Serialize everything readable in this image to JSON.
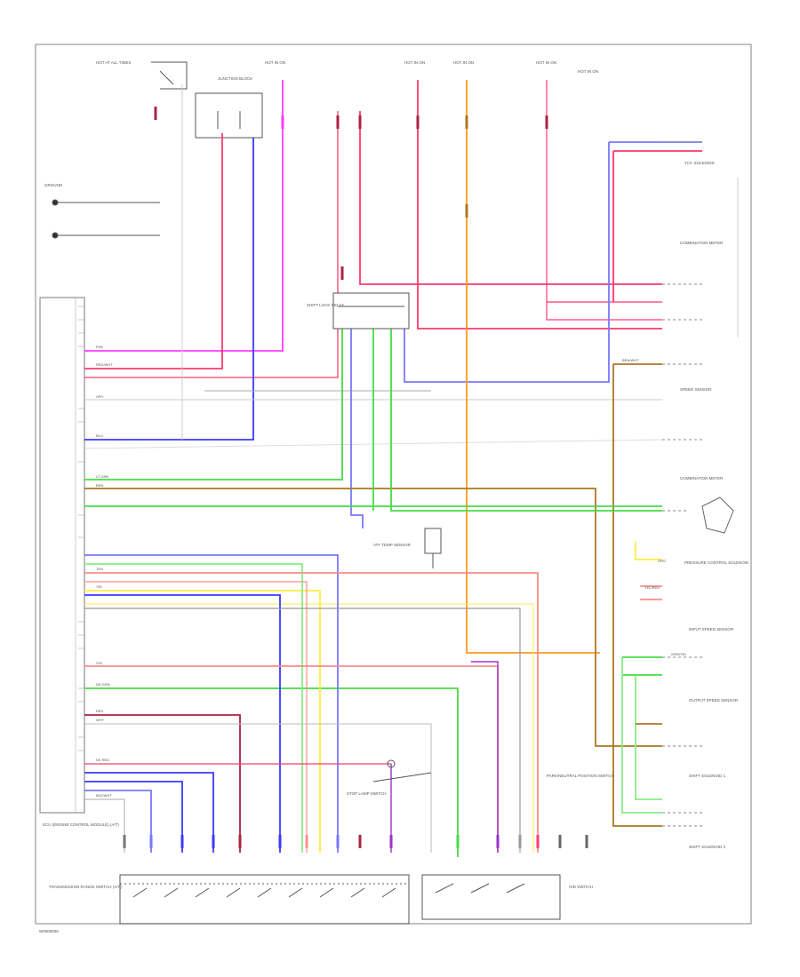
{
  "diagram": {
    "footer_code": "W0000000",
    "components": {
      "ecm": "ECU (ENGINE CONTROL MODULE) (A/T)",
      "transmission_range_switch": "TRANSMISSION RANGE SWITCH (A/T)",
      "od_switch": "O/D SWITCH",
      "shift_lock_relay": "SHIFT LOCK RELAY",
      "combination_meter_top": "COMBINATION METER",
      "combination_meter_mid": "COMBINATION METER",
      "speed_sensor": "SPEED SENSOR",
      "input_speed_sensor": "INPUT SPEED SENSOR",
      "output_speed_sensor": "OUTPUT SPEED SENSOR",
      "shift_solenoid_1": "SHIFT SOLENOID 1",
      "shift_solenoid_2": "SHIFT SOLENOID 2",
      "tcc_solenoid": "TCC SOLENOID",
      "pressure_control_solenoid": "PRESSURE CONTROL SOLENOID",
      "atf_temp_sensor": "ATF TEMP SENSOR",
      "park_neutral_switch": "PARK/NEUTRAL POSITION SWITCH",
      "brake_switch": "STOP LAMP SWITCH",
      "junction_block": "JUNCTION BLOCK",
      "ground_point": "GROUND"
    },
    "fuse_labels": [
      "HOT AT ALL TIMES",
      "HOT IN ON",
      "HOT IN ON",
      "HOT IN ON",
      "HOT IN ON",
      "HOT IN ON"
    ],
    "wire_labels": {
      "pink": "PNK",
      "red_white": "RED/WHT",
      "lt_green": "LT GRN",
      "blue": "BLU",
      "brown": "BRN",
      "yellow": "YEL",
      "orange": "ORG",
      "gray": "GRY",
      "violet": "VIO",
      "dk_green": "DK GRN",
      "white": "WHT",
      "red": "RED",
      "tan": "TAN",
      "dk_red": "DK RED",
      "yel_red": "YEL/RED",
      "grn_yel": "GRN/YEL",
      "brn_wht": "BRN/WHT",
      "blk_wht": "BLK/WHT"
    },
    "colors": {
      "pink": "#ff3cff",
      "red": "#ff3a6e",
      "salmon": "#ff8c8c",
      "blue": "#3a3aff",
      "lt_blue": "#7878ff",
      "green": "#44dd44",
      "lt_green": "#88ee88",
      "yellow": "#ffee44",
      "orange": "#ff9922",
      "brown": "#aa7722",
      "gray": "#999999",
      "lt_gray": "#c8c8c8",
      "dk_red": "#aa2244",
      "violet": "#9933cc",
      "border": "#8c8c8c"
    }
  }
}
